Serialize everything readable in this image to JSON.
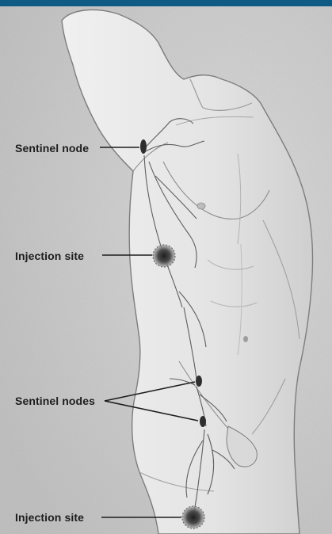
{
  "labels": {
    "sentinel_node": "Sentinel node",
    "injection_site_upper": "Injection site",
    "sentinel_nodes": "Sentinel nodes",
    "injection_site_lower": "Injection site"
  },
  "colors": {
    "header_bar": "#0f5b84",
    "background": "#c9c9c9",
    "skin": "#ececec",
    "outline": "#7d7d7d",
    "lymph": "#5e5e5e",
    "node": "#2e2e2e",
    "leader_line": "#1d1d1d"
  }
}
